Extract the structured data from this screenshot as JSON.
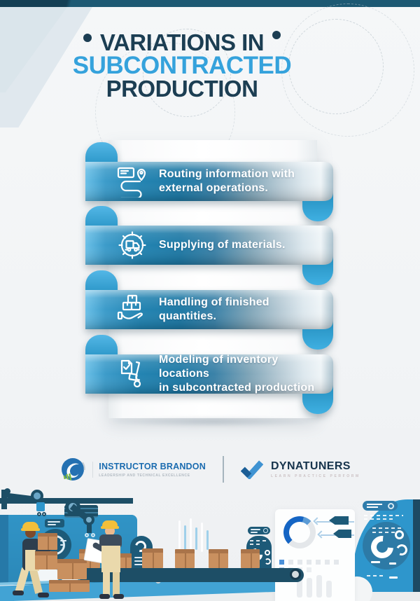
{
  "poster": {
    "header": {
      "line1": "VARIATIONS IN",
      "line2": "SUBCONTRACTED",
      "line3": "PRODUCTION"
    },
    "ribbons": [
      {
        "icon": "routing-path-pin-icon",
        "lines": [
          "Routing information with",
          "external operations."
        ]
      },
      {
        "icon": "gear-truck-icon",
        "lines": [
          "Supplying of materials."
        ]
      },
      {
        "icon": "boxes-on-hand-icon",
        "lines": [
          "Handling of finished",
          "quantities."
        ]
      },
      {
        "icon": "checklist-handtruck-icon",
        "lines": [
          "Modeling of inventory locations",
          "in subcontracted production"
        ]
      }
    ],
    "brands": {
      "instructor_brandon": {
        "name": "INSTRUCTOR BRANDON",
        "tagline": "LEADERSHIP AND TECHNICAL EXCELLENCE"
      },
      "dynatuners": {
        "name": "DYNATUNERS",
        "tagline": "LEARN PRACTICE PERFORM"
      }
    },
    "colors": {
      "topbar": "#1d5973",
      "title_navy": "#1c3e53",
      "title_blue": "#35a2dc",
      "ribbon_deep_blue": "#1f7aa6",
      "ribbon_bright_blue": "#53b7e6",
      "machine_blue": "#2e96cc",
      "dark_teal": "#1d4e66",
      "cardboard": "#c9905f",
      "brand_blue": "#1b6cb0",
      "brand_navy": "#16334c",
      "hat_yellow": "#f2bf3a"
    }
  }
}
